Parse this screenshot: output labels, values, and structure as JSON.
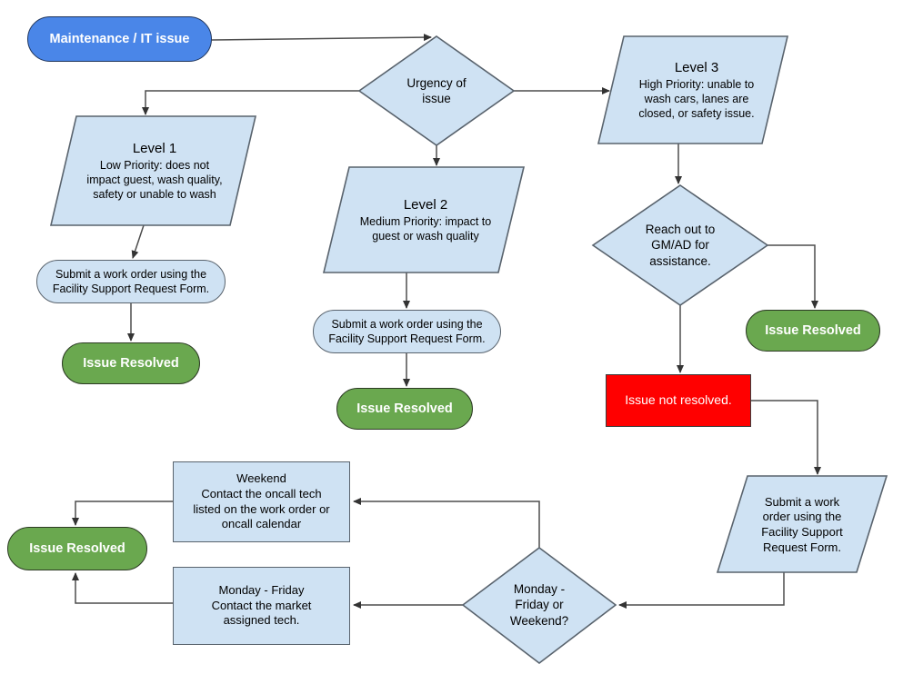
{
  "nodes": {
    "start": {
      "label": "Maintenance / IT issue"
    },
    "urgency": {
      "label": "Urgency of issue"
    },
    "level1": {
      "title": "Level 1",
      "body": "Low Priority: does not impact guest, wash quality, safety or unable to wash"
    },
    "level2": {
      "title": "Level 2",
      "body": "Medium Priority: impact to guest or wash quality"
    },
    "level3": {
      "title": "Level 3",
      "body": "High Priority: unable to wash cars, lanes are closed, or safety issue."
    },
    "submit_level1": {
      "label": "Submit a work order using the Facility Support Request Form."
    },
    "submit_level2": {
      "label": "Submit a work order using the Facility Support Request Form."
    },
    "submit_level3": {
      "label": "Submit a work order using the Facility Support Request Form."
    },
    "resolved_level1": {
      "label": "Issue Resolved"
    },
    "resolved_level2": {
      "label": "Issue Resolved"
    },
    "resolved_gmad": {
      "label": "Issue Resolved"
    },
    "resolved_final": {
      "label": "Issue Resolved"
    },
    "gmad": {
      "label": "Reach out to GM/AD for assistance."
    },
    "not_resolved": {
      "label": "Issue not resolved."
    },
    "weekend": {
      "title": "Weekend",
      "body": "Contact the oncall tech listed on the work order or oncall calendar"
    },
    "weekday": {
      "title": "Monday - Friday",
      "body": "Contact the market assigned tech."
    },
    "day_decision": {
      "label": "Monday - Friday or Weekend?"
    }
  },
  "colors": {
    "start_fill": "#4a86e8",
    "process_fill": "#cfe2f3",
    "resolved_fill": "#6aa84f",
    "alert_fill": "#ff0000",
    "connector": "#4d4d4d"
  }
}
